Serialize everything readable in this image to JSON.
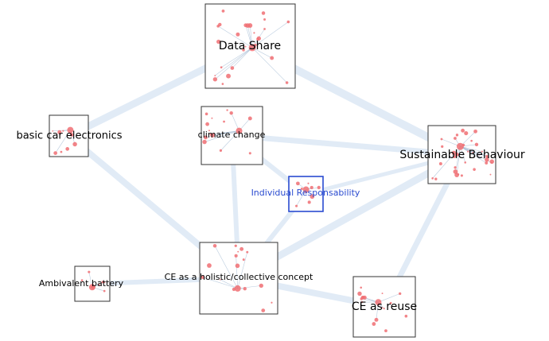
{
  "graph": {
    "accent_color": "#f06f73",
    "edge_color": "#dce8f5",
    "selected_color": "#2a4bd0",
    "clusters": [
      {
        "id": "data-share",
        "label": "Data Share"
      },
      {
        "id": "basic-car-electronics",
        "label": "basic car electronics"
      },
      {
        "id": "climate-change",
        "label": "climate change"
      },
      {
        "id": "sustainable-behaviour",
        "label": "Sustainable Behaviour"
      },
      {
        "id": "individual-responsability",
        "label": "Individual Responsability",
        "selected": true
      },
      {
        "id": "ambivalent-battery",
        "label": "Ambivalent battery"
      },
      {
        "id": "ce-holistic",
        "label": "CE as a holistic/collective concept"
      },
      {
        "id": "ce-reuse",
        "label": "CE as reuse"
      }
    ],
    "links": [
      [
        "basic-car-electronics",
        "data-share"
      ],
      [
        "data-share",
        "sustainable-behaviour"
      ],
      [
        "basic-car-electronics",
        "ce-holistic"
      ],
      [
        "climate-change",
        "sustainable-behaviour"
      ],
      [
        "climate-change",
        "individual-responsability"
      ],
      [
        "climate-change",
        "ce-holistic"
      ],
      [
        "individual-responsability",
        "sustainable-behaviour"
      ],
      [
        "individual-responsability",
        "ce-holistic"
      ],
      [
        "sustainable-behaviour",
        "ce-holistic"
      ],
      [
        "sustainable-behaviour",
        "ce-reuse"
      ],
      [
        "ambivalent-battery",
        "ce-holistic"
      ],
      [
        "ce-holistic",
        "ce-reuse"
      ]
    ]
  }
}
